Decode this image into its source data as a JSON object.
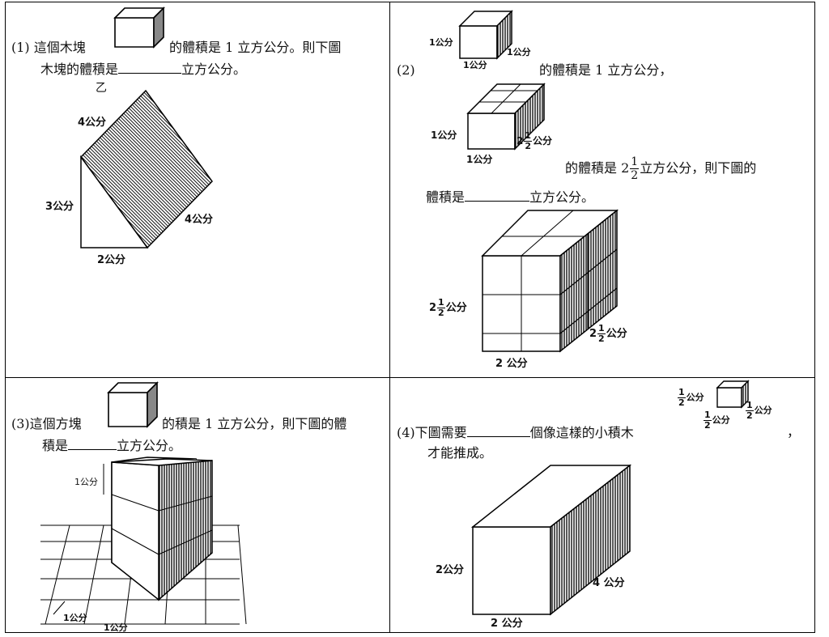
{
  "q1": {
    "label": "(1)",
    "text_a": "這個木塊",
    "text_b": "的體積是 1 立方公分。則下圖",
    "text_c": "木塊的體積是",
    "text_d": "立方公分。",
    "mark": "乙",
    "dims": {
      "top": "4公分",
      "slant": "4公分",
      "left": "3公分",
      "bottom": "2公分"
    }
  },
  "q2": {
    "label": "(2)",
    "text_a": "的體積是 1 立方公分，",
    "text_b": "的體積是 2",
    "text_c": "立方公分，則下圖的",
    "text_d": "體積是",
    "text_e": "立方公分。",
    "frac": {
      "num": "1",
      "den": "2"
    },
    "small_cube": {
      "h": "1公分",
      "w": "1公分",
      "d": "1公分"
    },
    "bar": {
      "h": "1公分",
      "w": "1公分",
      "d_whole": "2",
      "d_frac_num": "1",
      "d_frac_den": "2",
      "unit": "公分"
    },
    "big": {
      "h_whole": "2",
      "h_num": "1",
      "h_den": "2",
      "d_whole": "2",
      "d_num": "1",
      "d_den": "2",
      "w": "2 公分",
      "unit": "公分"
    }
  },
  "q3": {
    "label": "(3)",
    "text_a": "這個方塊",
    "text_b": "的積是 1 立方公分，則下圖的體",
    "text_c": "積是",
    "text_d": "立方公分。",
    "dims": {
      "h": "1公分",
      "a": "1公分",
      "b": "1公分"
    }
  },
  "q4": {
    "label": "(4)",
    "text_a": "下圖需要",
    "text_b": "個像這樣的小積木",
    "text_c": "才能推成。",
    "comma": "，",
    "small": {
      "num": "1",
      "den": "2",
      "unit": "公分"
    },
    "dims": {
      "h": "2公分",
      "d": "4 公分",
      "w": "2 公分"
    }
  }
}
